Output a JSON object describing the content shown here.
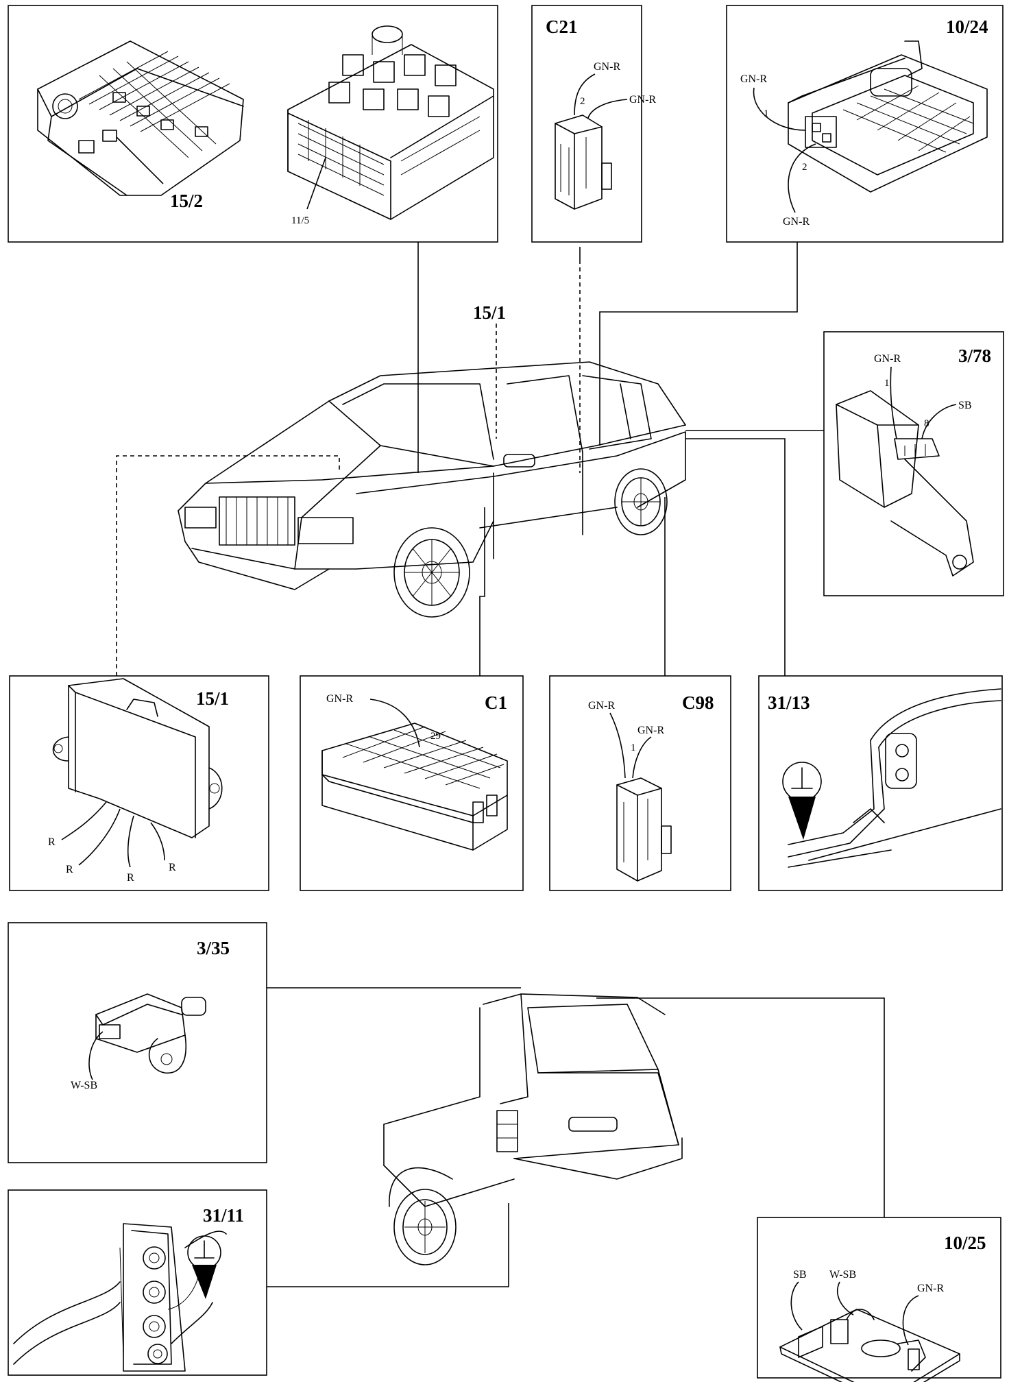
{
  "panels": {
    "p15_2": {
      "id": "15/2",
      "ref": "11/5"
    },
    "c21": {
      "id": "C21",
      "wires": [
        "GN-R",
        "GN-R"
      ],
      "pin": "2"
    },
    "p10_24": {
      "id": "10/24",
      "wires": [
        "GN-R",
        "GN-R"
      ],
      "pins": [
        "1",
        "2"
      ]
    },
    "p3_78": {
      "id": "3/78",
      "wires": [
        "GN-R",
        "SB"
      ],
      "pins": [
        "1",
        "8"
      ]
    },
    "p15_1_module": {
      "id": "15/1",
      "wires": [
        "R",
        "R",
        "R",
        "R"
      ]
    },
    "c1": {
      "id": "C1",
      "wire": "GN-R",
      "pin": "29"
    },
    "c98": {
      "id": "C98",
      "wires": [
        "GN-R",
        "GN-R"
      ],
      "pin": "1"
    },
    "p31_13": {
      "id": "31/13"
    },
    "p3_35": {
      "id": "3/35",
      "wire": "W-SB"
    },
    "p31_11": {
      "id": "31/11"
    },
    "p10_25": {
      "id": "10/25",
      "wires": [
        "SB",
        "W-SB",
        "GN-R"
      ]
    }
  },
  "sedan": {
    "label": "15/1"
  },
  "icons": [
    "ground-symbol-icon"
  ]
}
